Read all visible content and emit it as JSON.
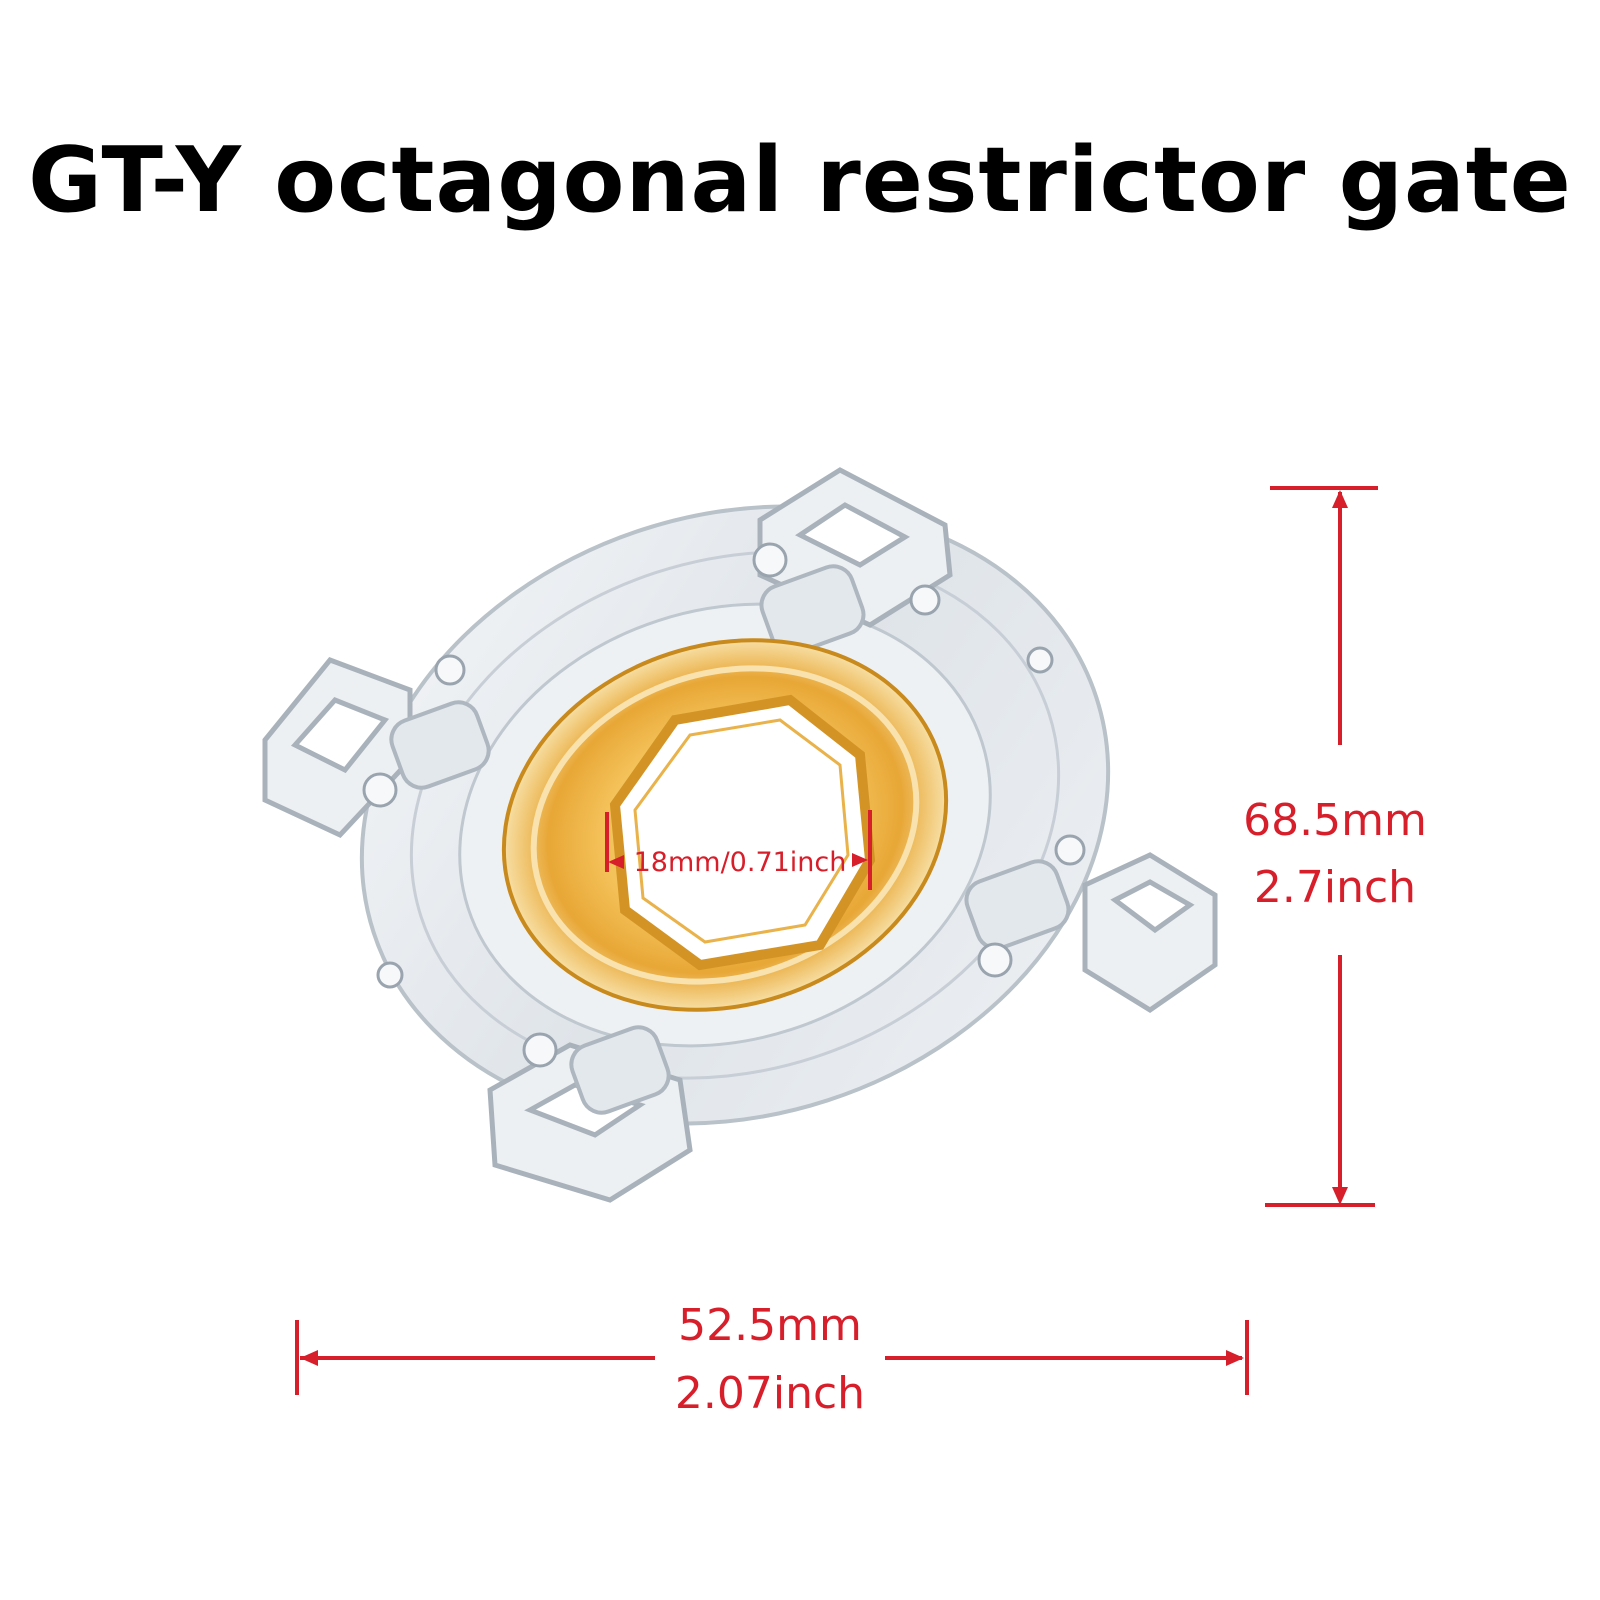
{
  "title": "GT-Y octagonal restrictor gate",
  "colors": {
    "dimension": "#d71f2b",
    "gate_ring": "#e8a736",
    "plastic": "#e6eaee"
  },
  "dimensions": {
    "height_mm": "68.5mm",
    "height_inch": "2.7inch",
    "width_mm": "52.5mm",
    "width_inch": "2.07inch",
    "inner_diameter": "18mm/0.71inch"
  }
}
